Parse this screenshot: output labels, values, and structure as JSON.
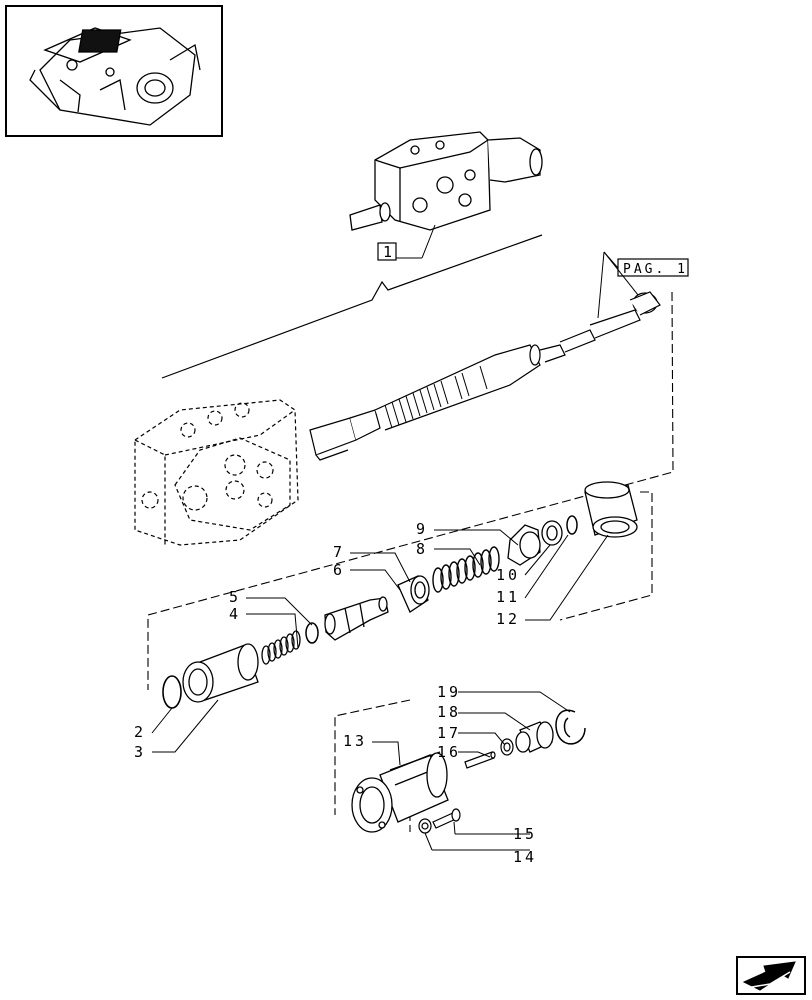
{
  "reference_label": "PAG. 1",
  "assembly_label": "1",
  "callouts": [
    "2",
    "3",
    "4",
    "5",
    "6",
    "7",
    "8",
    "9",
    "10",
    "11",
    "12",
    "13",
    "14",
    "15",
    "16",
    "17",
    "18",
    "19"
  ],
  "icons": {
    "overview": "valve-assembly-thumbnail-icon",
    "navigation": "next-page-arrow-icon"
  }
}
